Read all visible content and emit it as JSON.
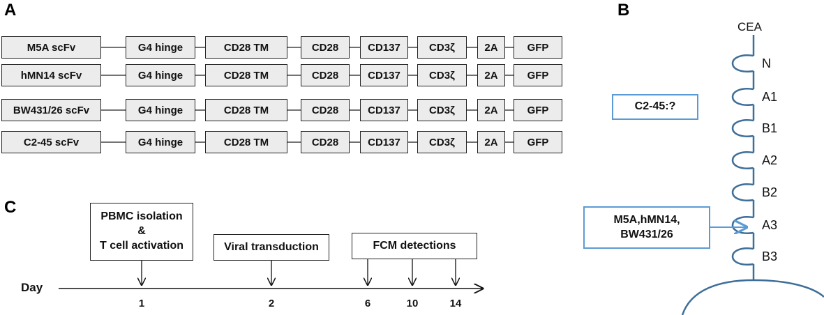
{
  "panels": {
    "a": "A",
    "b": "B",
    "c": "C"
  },
  "constructs": [
    [
      "M5A scFv",
      "G4 hinge",
      "CD28 TM",
      "CD28",
      "CD137",
      "CD3ζ",
      "2A",
      "GFP"
    ],
    [
      "hMN14 scFv",
      "G4 hinge",
      "CD28 TM",
      "CD28",
      "CD137",
      "CD3ζ",
      "2A",
      "GFP"
    ],
    [
      "BW431/26 scFv",
      "G4 hinge",
      "CD28 TM",
      "CD28",
      "CD137",
      "CD3ζ",
      "2A",
      "GFP"
    ],
    [
      "C2-45 scFv",
      "G4 hinge",
      "CD28 TM",
      "CD28",
      "CD137",
      "CD3ζ",
      "2A",
      "GFP"
    ]
  ],
  "cea": {
    "title": "CEA",
    "domains": [
      "N",
      "A1",
      "B1",
      "A2",
      "B2",
      "A3",
      "B3"
    ],
    "c245_label": "C2-45:?",
    "binders": [
      "M5A,hMN14,",
      "BW431/26"
    ]
  },
  "timeline": {
    "day_label": "Day",
    "steps": [
      {
        "lines": [
          "PBMC isolation",
          "&",
          "T cell activation"
        ]
      },
      {
        "lines": [
          "Viral transduction"
        ]
      },
      {
        "lines": [
          "FCM detections"
        ]
      }
    ],
    "days": [
      "1",
      "2",
      "6",
      "10",
      "14"
    ]
  },
  "colors": {
    "accent": "#5b9bd5",
    "box_fill": "#ececec",
    "line": "#222222",
    "cea_coil": "#3d6e99"
  }
}
